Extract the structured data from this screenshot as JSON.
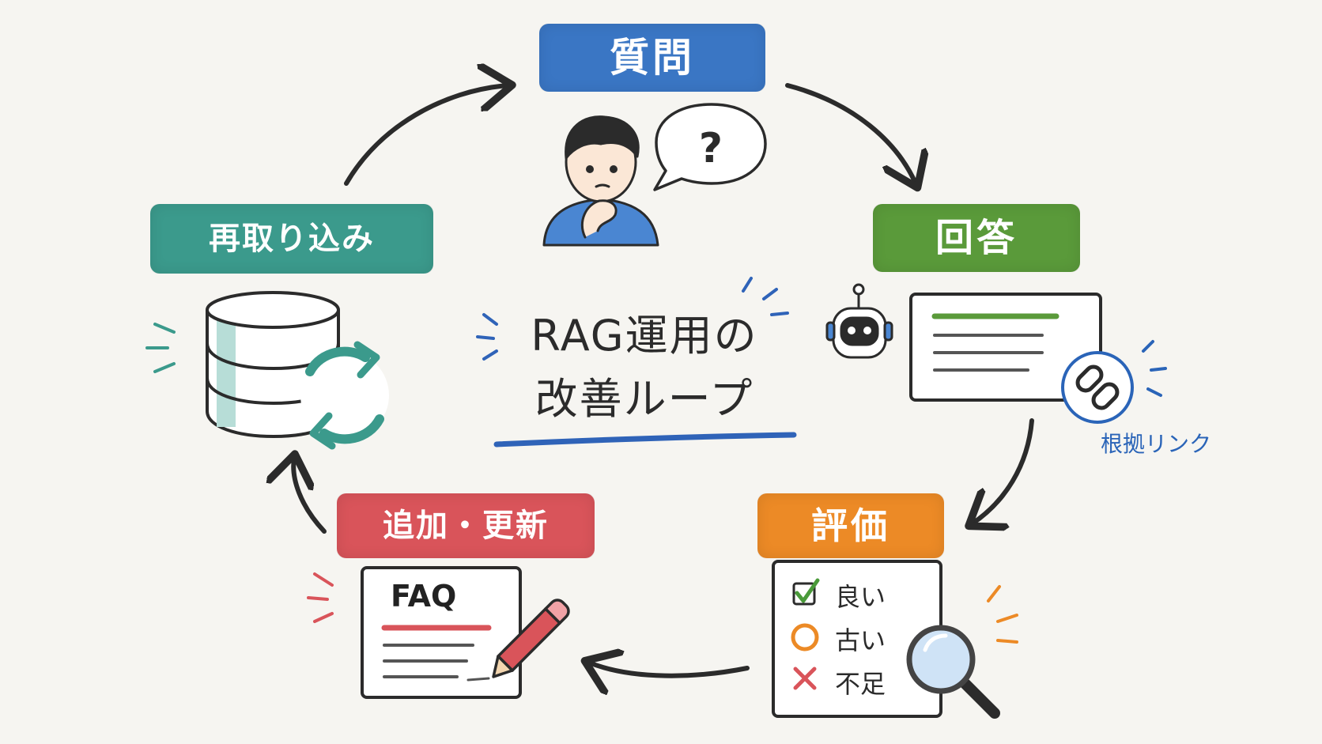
{
  "center_title": {
    "line1": "RAG運用の",
    "line2": "改善ループ"
  },
  "steps": {
    "question": "質問",
    "answer": "回答",
    "evaluate": "評価",
    "add_update": "追加・更新",
    "reingest": "再取り込み"
  },
  "answer_card": {
    "evidence_link_label": "根拠リンク",
    "icons": [
      "robot-icon",
      "link-icon"
    ]
  },
  "eval_card": {
    "items": [
      "良い",
      "古い",
      "不足"
    ],
    "icons": [
      "checkbox-checked-icon",
      "circle-icon",
      "cross-icon",
      "magnifier-icon"
    ]
  },
  "faq_card": {
    "title": "FAQ",
    "icons": [
      "pencil-icon"
    ]
  },
  "question_scene": {
    "icons": [
      "thinking-person-icon",
      "question-bubble-icon"
    ]
  },
  "reingest_scene": {
    "icons": [
      "database-icon",
      "refresh-icon"
    ]
  },
  "colors": {
    "question": "#3a76c4",
    "answer": "#5a9a3a",
    "evaluate": "#ec8a26",
    "add_update": "#d9545a",
    "reingest": "#3b9a8c",
    "title_underline": "#2f63b8"
  }
}
